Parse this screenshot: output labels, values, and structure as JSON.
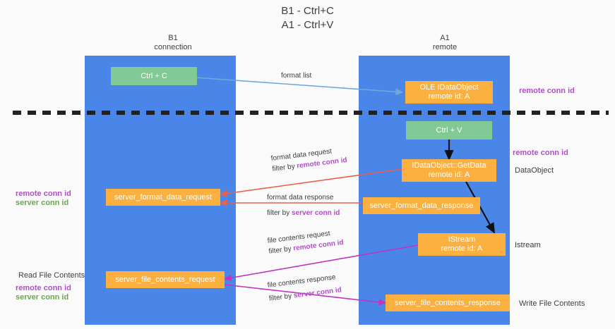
{
  "diagram": {
    "title_line1": "B1 - Ctrl+C",
    "title_line2": "A1 - Ctrl+V",
    "background": "#fafafa",
    "lane_color": "#4a86e8",
    "green_color": "#81c995",
    "orange_color": "#fbb040",
    "purple_color": "#b14ec8",
    "green_text_color": "#6aa84f",
    "columns": [
      {
        "name": "B1",
        "sub": "connection"
      },
      {
        "name": "A1",
        "sub": "remote"
      }
    ],
    "nodes": [
      {
        "id": "ctrl-c",
        "line1": "Ctrl + C",
        "line2": ""
      },
      {
        "id": "idataobject",
        "line1": "OLE IDataObject",
        "line2": "remote id: A"
      },
      {
        "id": "ctrl-v",
        "line1": "Ctrl + V",
        "line2": ""
      },
      {
        "id": "getdata",
        "line1": "IDataObject::GetData",
        "line2": "remote id: A"
      },
      {
        "id": "server-format-data-request",
        "line1": "server_format_data_request",
        "line2": ""
      },
      {
        "id": "server-format-data-response",
        "line1": "server_format_data_response",
        "line2": ""
      },
      {
        "id": "istream",
        "line1": "IStream",
        "line2": "remote id: A"
      },
      {
        "id": "server-file-contents-request",
        "line1": "server_file_contents_request",
        "line2": ""
      },
      {
        "id": "server-file-contents-response",
        "line1": "server_file_contents_response",
        "line2": ""
      }
    ],
    "edge_labels": [
      {
        "id": "format-list",
        "text": "format list",
        "filter_prefix": "",
        "filter_value": "",
        "filter_color": ""
      },
      {
        "id": "format-data-request",
        "text": "format data request",
        "filter_prefix": "filter by ",
        "filter_value": "remote conn id",
        "filter_color": "#b14ec8"
      },
      {
        "id": "format-data-response",
        "text": "format data response",
        "filter_prefix": "filter by ",
        "filter_value": "server conn id",
        "filter_color": "#b14ec8"
      },
      {
        "id": "file-contents-request",
        "text": "file contents request",
        "filter_prefix": "filter by ",
        "filter_value": "remote conn id",
        "filter_color": "#b14ec8"
      },
      {
        "id": "file-contents-response",
        "text": "file contents response",
        "filter_prefix": "filter by ",
        "filter_value": "server conn id",
        "filter_color": "#b14ec8"
      }
    ],
    "side_notes": {
      "right_top": "remote conn id",
      "right_mid": "remote conn id",
      "right_dataobject": "DataObject",
      "right_istream": "Istream",
      "right_write": "Write File Contents",
      "left_remote_conn": "remote conn id",
      "left_server_conn": "server conn id",
      "left_read": "Read File Contents",
      "left_remote_conn2": "remote conn id",
      "left_server_conn2": "server conn id"
    }
  }
}
